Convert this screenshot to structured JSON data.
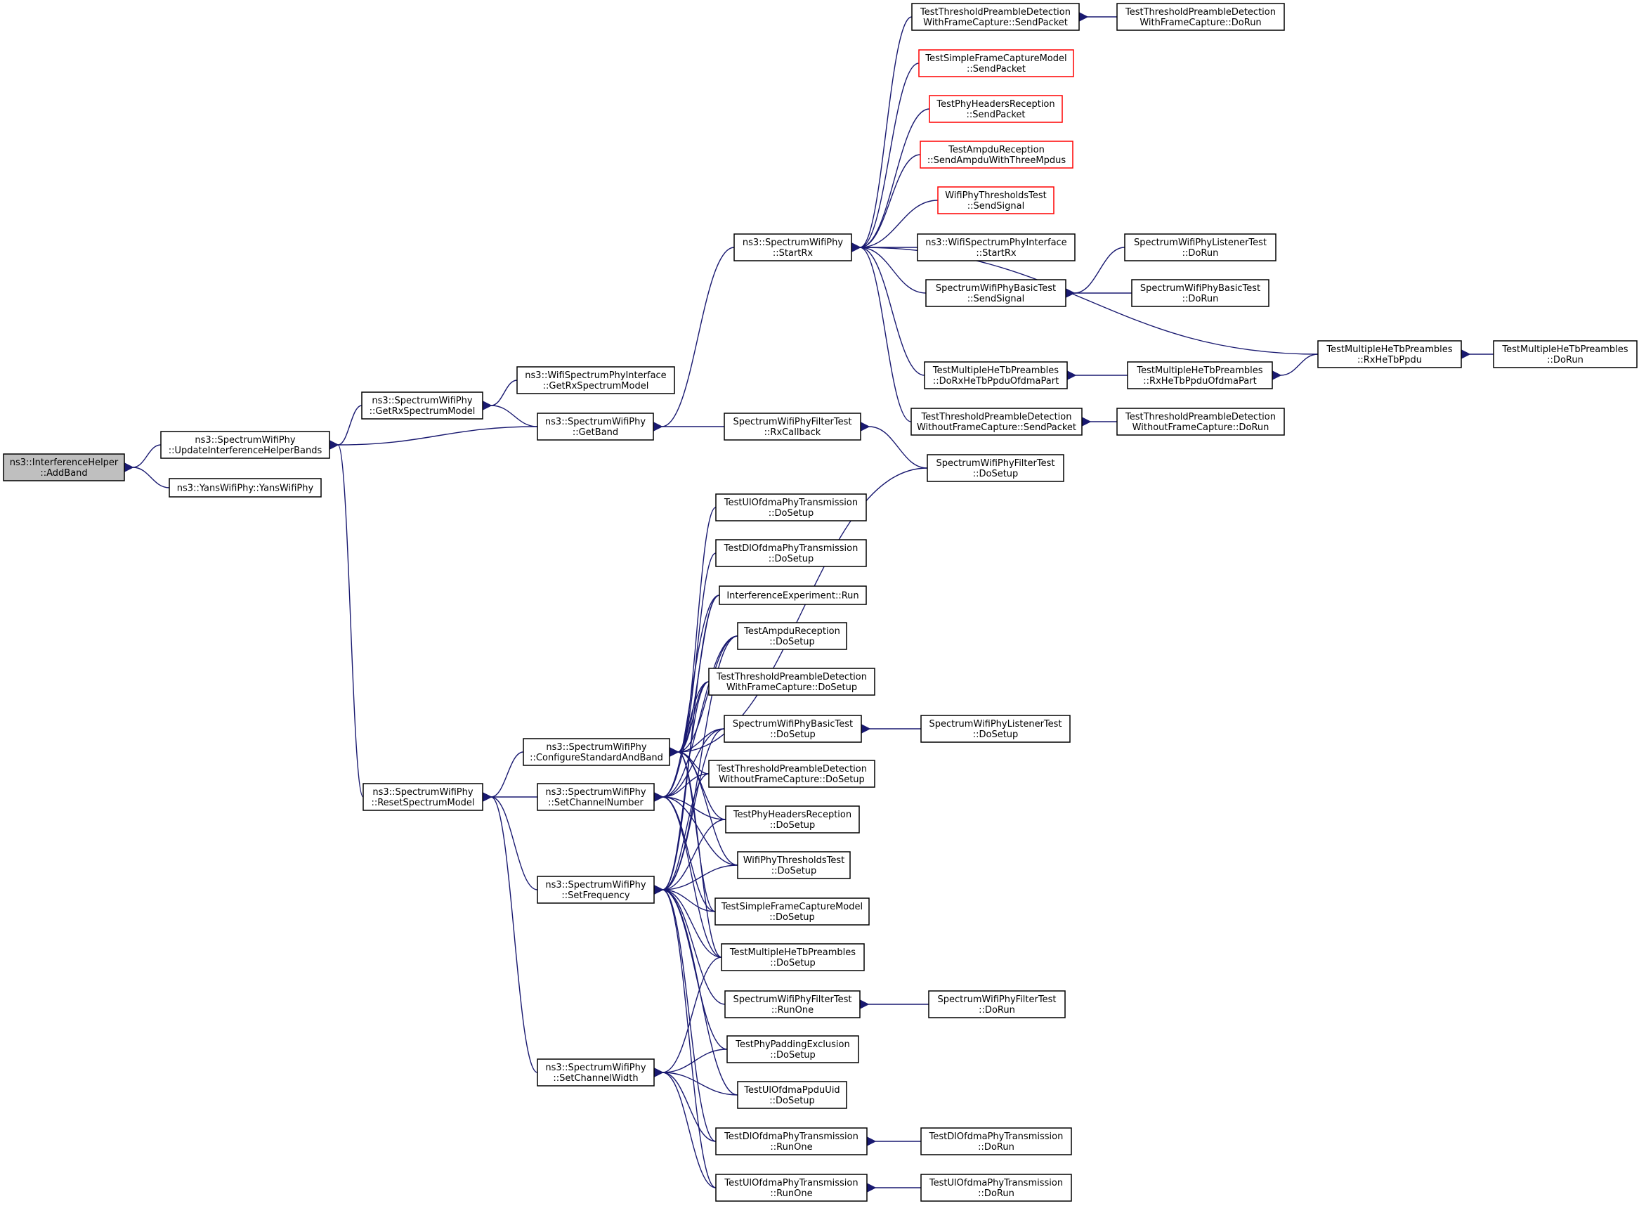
{
  "colors": {
    "edge": "#191970",
    "node_border": "#000000",
    "node_border_truncated": "#ff0000",
    "node_fill": "#ffffff",
    "root_fill": "#bfbfbf"
  },
  "nodes": [
    {
      "id": "root",
      "lines": [
        "ns3::InterferenceHelper",
        "::AddBand"
      ],
      "style": "root"
    },
    {
      "id": "uihb",
      "lines": [
        "ns3::SpectrumWifiPhy",
        "::UpdateInterferenceHelperBands"
      ],
      "style": "normal"
    },
    {
      "id": "yans",
      "lines": [
        "ns3::YansWifiPhy::YansWifiPhy"
      ],
      "style": "normal"
    },
    {
      "id": "grsm",
      "lines": [
        "ns3::SpectrumWifiPhy",
        "::GetRxSpectrumModel"
      ],
      "style": "normal"
    },
    {
      "id": "wspi_grsm",
      "lines": [
        "ns3::WifiSpectrumPhyInterface",
        "::GetRxSpectrumModel"
      ],
      "style": "normal"
    },
    {
      "id": "getband",
      "lines": [
        "ns3::SpectrumWifiPhy",
        "::GetBand"
      ],
      "style": "normal"
    },
    {
      "id": "startrx",
      "lines": [
        "ns3::SpectrumWifiPhy",
        "::StartRx"
      ],
      "style": "normal"
    },
    {
      "id": "ttpd_wfc_send",
      "lines": [
        "TestThresholdPreambleDetection",
        "WithFrameCapture::SendPacket"
      ],
      "style": "normal"
    },
    {
      "id": "ttpd_wfc_dorun",
      "lines": [
        "TestThresholdPreambleDetection",
        "WithFrameCapture::DoRun"
      ],
      "style": "normal"
    },
    {
      "id": "tsfcm_send",
      "lines": [
        "TestSimpleFrameCaptureModel",
        "::SendPacket"
      ],
      "style": "truncated"
    },
    {
      "id": "tphr_send",
      "lines": [
        "TestPhyHeadersReception",
        "::SendPacket"
      ],
      "style": "truncated"
    },
    {
      "id": "tar_send",
      "lines": [
        "TestAmpduReception",
        "::SendAmpduWithThreeMpdus"
      ],
      "style": "truncated"
    },
    {
      "id": "wptt_send",
      "lines": [
        "WifiPhyThresholdsTest",
        "::SendSignal"
      ],
      "style": "truncated"
    },
    {
      "id": "wspi_startrx",
      "lines": [
        "ns3::WifiSpectrumPhyInterface",
        "::StartRx"
      ],
      "style": "normal"
    },
    {
      "id": "swpbt_send",
      "lines": [
        "SpectrumWifiPhyBasicTest",
        "::SendSignal"
      ],
      "style": "normal"
    },
    {
      "id": "swplt_dorun",
      "lines": [
        "SpectrumWifiPhyListenerTest",
        "::DoRun"
      ],
      "style": "normal"
    },
    {
      "id": "swpbt_dorun",
      "lines": [
        "SpectrumWifiPhyBasicTest",
        "::DoRun"
      ],
      "style": "normal"
    },
    {
      "id": "tmhtp_dorx",
      "lines": [
        "TestMultipleHeTbPreambles",
        "::DoRxHeTbPpduOfdmaPart"
      ],
      "style": "normal"
    },
    {
      "id": "tmhtp_rxofdma",
      "lines": [
        "TestMultipleHeTbPreambles",
        "::RxHeTbPpduOfdmaPart"
      ],
      "style": "normal"
    },
    {
      "id": "tmhtp_rxhetb",
      "lines": [
        "TestMultipleHeTbPreambles",
        "::RxHeTbPpdu"
      ],
      "style": "normal"
    },
    {
      "id": "tmhtp_dorun",
      "lines": [
        "TestMultipleHeTbPreambles",
        "::DoRun"
      ],
      "style": "normal"
    },
    {
      "id": "ttpd_wofc_send",
      "lines": [
        "TestThresholdPreambleDetection",
        "WithoutFrameCapture::SendPacket"
      ],
      "style": "normal"
    },
    {
      "id": "ttpd_wofc_dorun",
      "lines": [
        "TestThresholdPreambleDetection",
        "WithoutFrameCapture::DoRun"
      ],
      "style": "normal"
    },
    {
      "id": "swpft_rxcb",
      "lines": [
        "SpectrumWifiPhyFilterTest",
        "::RxCallback"
      ],
      "style": "normal"
    },
    {
      "id": "swpft_dosetup",
      "lines": [
        "SpectrumWifiPhyFilterTest",
        "::DoSetup"
      ],
      "style": "normal"
    },
    {
      "id": "resetsm",
      "lines": [
        "ns3::SpectrumWifiPhy",
        "::ResetSpectrumModel"
      ],
      "style": "normal"
    },
    {
      "id": "csab",
      "lines": [
        "ns3::SpectrumWifiPhy",
        "::ConfigureStandardAndBand"
      ],
      "style": "normal"
    },
    {
      "id": "setchnum",
      "lines": [
        "ns3::SpectrumWifiPhy",
        "::SetChannelNumber"
      ],
      "style": "normal"
    },
    {
      "id": "setfreq",
      "lines": [
        "ns3::SpectrumWifiPhy",
        "::SetFrequency"
      ],
      "style": "normal"
    },
    {
      "id": "setchwidth",
      "lines": [
        "ns3::SpectrumWifiPhy",
        "::SetChannelWidth"
      ],
      "style": "normal"
    },
    {
      "id": "tuopt_dosetup",
      "lines": [
        "TestUlOfdmaPhyTransmission",
        "::DoSetup"
      ],
      "style": "normal"
    },
    {
      "id": "tdopt_dosetup",
      "lines": [
        "TestDlOfdmaPhyTransmission",
        "::DoSetup"
      ],
      "style": "normal"
    },
    {
      "id": "ie_run",
      "lines": [
        "InterferenceExperiment::Run"
      ],
      "style": "normal"
    },
    {
      "id": "tar_dosetup",
      "lines": [
        "TestAmpduReception",
        "::DoSetup"
      ],
      "style": "normal"
    },
    {
      "id": "ttpd_wfc_dosetup",
      "lines": [
        "TestThresholdPreambleDetection",
        "WithFrameCapture::DoSetup"
      ],
      "style": "normal"
    },
    {
      "id": "swpbt_dosetup",
      "lines": [
        "SpectrumWifiPhyBasicTest",
        "::DoSetup"
      ],
      "style": "normal"
    },
    {
      "id": "swplt_dosetup",
      "lines": [
        "SpectrumWifiPhyListenerTest",
        "::DoSetup"
      ],
      "style": "normal"
    },
    {
      "id": "ttpd_wofc_dosetup",
      "lines": [
        "TestThresholdPreambleDetection",
        "WithoutFrameCapture::DoSetup"
      ],
      "style": "normal"
    },
    {
      "id": "tphr_dosetup",
      "lines": [
        "TestPhyHeadersReception",
        "::DoSetup"
      ],
      "style": "normal"
    },
    {
      "id": "wptt_dosetup",
      "lines": [
        "WifiPhyThresholdsTest",
        "::DoSetup"
      ],
      "style": "normal"
    },
    {
      "id": "tsfcm_dosetup",
      "lines": [
        "TestSimpleFrameCaptureModel",
        "::DoSetup"
      ],
      "style": "normal"
    },
    {
      "id": "tmhtp_dosetup",
      "lines": [
        "TestMultipleHeTbPreambles",
        "::DoSetup"
      ],
      "style": "normal"
    },
    {
      "id": "swpft_runone",
      "lines": [
        "SpectrumWifiPhyFilterTest",
        "::RunOne"
      ],
      "style": "normal"
    },
    {
      "id": "swpft_dorun",
      "lines": [
        "SpectrumWifiPhyFilterTest",
        "::DoRun"
      ],
      "style": "normal"
    },
    {
      "id": "tppe_dosetup",
      "lines": [
        "TestPhyPaddingExclusion",
        "::DoSetup"
      ],
      "style": "normal"
    },
    {
      "id": "tuopu_dosetup",
      "lines": [
        "TestUlOfdmaPpduUid",
        "::DoSetup"
      ],
      "style": "normal"
    },
    {
      "id": "tdopt_runone",
      "lines": [
        "TestDlOfdmaPhyTransmission",
        "::RunOne"
      ],
      "style": "normal"
    },
    {
      "id": "tdopt_dorun",
      "lines": [
        "TestDlOfdmaPhyTransmission",
        "::DoRun"
      ],
      "style": "normal"
    },
    {
      "id": "tuopt_runone",
      "lines": [
        "TestUlOfdmaPhyTransmission",
        "::RunOne"
      ],
      "style": "normal"
    },
    {
      "id": "tuopt_dorun",
      "lines": [
        "TestUlOfdmaPhyTransmission",
        "::DoRun"
      ],
      "style": "normal"
    }
  ],
  "edges": [
    [
      "uihb",
      "root"
    ],
    [
      "yans",
      "root"
    ],
    [
      "grsm",
      "uihb"
    ],
    [
      "getband",
      "uihb"
    ],
    [
      "resetsm",
      "uihb"
    ],
    [
      "wspi_grsm",
      "grsm"
    ],
    [
      "getband",
      "grsm"
    ],
    [
      "startrx",
      "getband"
    ],
    [
      "swpft_rxcb",
      "getband"
    ],
    [
      "ttpd_wfc_send",
      "startrx"
    ],
    [
      "tsfcm_send",
      "startrx"
    ],
    [
      "tphr_send",
      "startrx"
    ],
    [
      "tar_send",
      "startrx"
    ],
    [
      "wptt_send",
      "startrx"
    ],
    [
      "wspi_startrx",
      "startrx"
    ],
    [
      "swpbt_send",
      "startrx"
    ],
    [
      "tmhtp_rxhetb",
      "startrx"
    ],
    [
      "tmhtp_dorx",
      "startrx"
    ],
    [
      "ttpd_wofc_send",
      "startrx"
    ],
    [
      "ttpd_wfc_dorun",
      "ttpd_wfc_send"
    ],
    [
      "swplt_dorun",
      "swpbt_send"
    ],
    [
      "swpbt_dorun",
      "swpbt_send"
    ],
    [
      "tmhtp_rxofdma",
      "tmhtp_dorx"
    ],
    [
      "tmhtp_rxhetb",
      "tmhtp_rxofdma"
    ],
    [
      "tmhtp_dorun",
      "tmhtp_rxhetb"
    ],
    [
      "ttpd_wofc_dorun",
      "ttpd_wofc_send"
    ],
    [
      "swpft_dosetup",
      "swpft_rxcb"
    ],
    [
      "csab",
      "resetsm"
    ],
    [
      "setchnum",
      "resetsm"
    ],
    [
      "setfreq",
      "resetsm"
    ],
    [
      "setchwidth",
      "resetsm"
    ],
    [
      "swpft_dosetup",
      "csab"
    ],
    [
      "tuopt_dosetup",
      "csab"
    ],
    [
      "tdopt_dosetup",
      "csab"
    ],
    [
      "ie_run",
      "csab"
    ],
    [
      "tar_dosetup",
      "csab"
    ],
    [
      "ttpd_wfc_dosetup",
      "csab"
    ],
    [
      "swpbt_dosetup",
      "csab"
    ],
    [
      "ttpd_wofc_dosetup",
      "csab"
    ],
    [
      "tphr_dosetup",
      "csab"
    ],
    [
      "wptt_dosetup",
      "csab"
    ],
    [
      "tsfcm_dosetup",
      "csab"
    ],
    [
      "tmhtp_dosetup",
      "csab"
    ],
    [
      "ie_run",
      "setchnum"
    ],
    [
      "tar_dosetup",
      "setchnum"
    ],
    [
      "ttpd_wfc_dosetup",
      "setchnum"
    ],
    [
      "swpbt_dosetup",
      "setchnum"
    ],
    [
      "ttpd_wofc_dosetup",
      "setchnum"
    ],
    [
      "tphr_dosetup",
      "setchnum"
    ],
    [
      "wptt_dosetup",
      "setchnum"
    ],
    [
      "tsfcm_dosetup",
      "setchnum"
    ],
    [
      "tmhtp_dosetup",
      "setchnum"
    ],
    [
      "ie_run",
      "setfreq"
    ],
    [
      "tar_dosetup",
      "setfreq"
    ],
    [
      "ttpd_wfc_dosetup",
      "setfreq"
    ],
    [
      "swpbt_dosetup",
      "setfreq"
    ],
    [
      "ttpd_wofc_dosetup",
      "setfreq"
    ],
    [
      "tphr_dosetup",
      "setfreq"
    ],
    [
      "wptt_dosetup",
      "setfreq"
    ],
    [
      "tsfcm_dosetup",
      "setfreq"
    ],
    [
      "tmhtp_dosetup",
      "setfreq"
    ],
    [
      "swpft_runone",
      "setfreq"
    ],
    [
      "tppe_dosetup",
      "setfreq"
    ],
    [
      "tuopu_dosetup",
      "setfreq"
    ],
    [
      "tdopt_runone",
      "setfreq"
    ],
    [
      "tuopt_runone",
      "setfreq"
    ],
    [
      "tmhtp_dosetup",
      "setchwidth"
    ],
    [
      "tppe_dosetup",
      "setchwidth"
    ],
    [
      "tuopu_dosetup",
      "setchwidth"
    ],
    [
      "tdopt_runone",
      "setchwidth"
    ],
    [
      "tuopt_runone",
      "setchwidth"
    ],
    [
      "swplt_dosetup",
      "swpbt_dosetup"
    ],
    [
      "swpft_dorun",
      "swpft_runone"
    ],
    [
      "tdopt_dorun",
      "tdopt_runone"
    ],
    [
      "tuopt_dorun",
      "tuopt_runone"
    ]
  ]
}
